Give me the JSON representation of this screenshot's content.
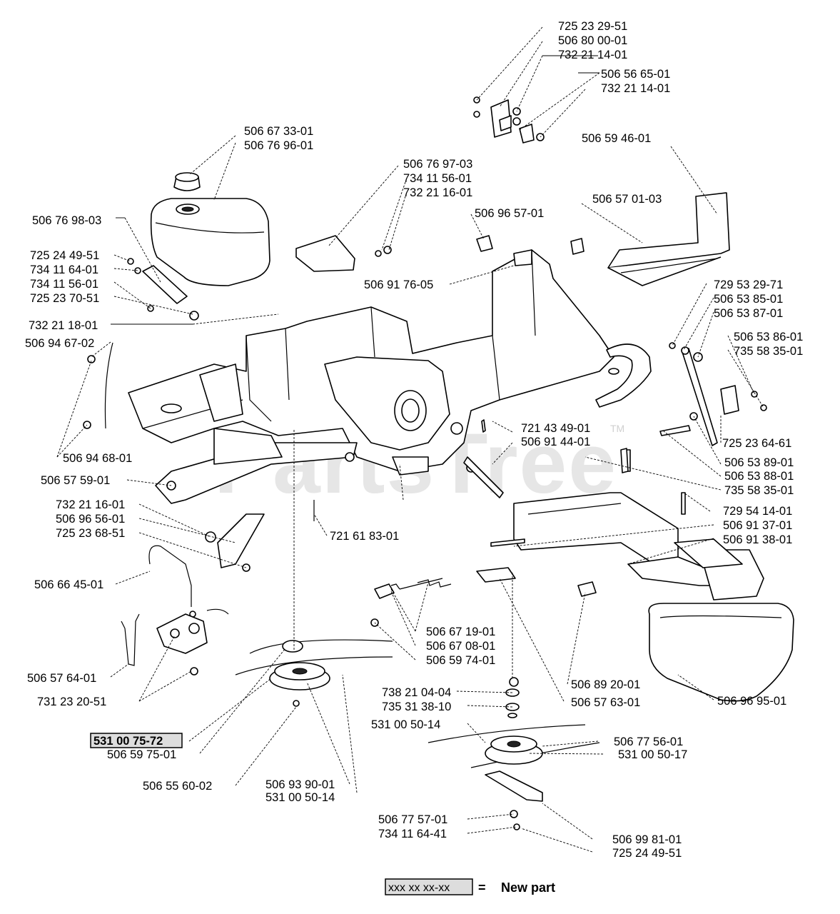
{
  "watermark": "PartsTree",
  "watermark_mark": "TM",
  "labels": [
    "725 23 29-51",
    "506 80 00-01",
    "732 21 14-01",
    "506 56 65-01",
    "732 21 14-01",
    "506 59 46-01",
    "506 67 33-01",
    "506 76 96-01",
    "506 76 97-03",
    "734 11 56-01",
    "732 21 16-01",
    "506 57 01-03",
    "506 96 57-01",
    "506 76 98-03",
    "725 24 49-51",
    "734 11 64-01",
    "734 11 56-01",
    "725 23 70-51",
    "506 91 76-05",
    "729 53 29-71",
    "506 53 85-01",
    "506 53 87-01",
    "732 21 18-01",
    "506 53 86-01",
    "506 94 67-02",
    "735 58 35-01",
    "721 43 49-01",
    "506 91 44-01",
    "725 23 64-61",
    "506 94 68-01",
    "506 53 89-01",
    "506 53 88-01",
    "506 57 59-01",
    "735 58 35-01",
    "732 21 16-01",
    "729 54 14-01",
    "506 96 56-01",
    "506 91 37-01",
    "725 23 68-51",
    "721 61 83-01",
    "506 91 38-01",
    "506 66 45-01",
    "506 67 19-01",
    "506 67 08-01",
    "506 59 74-01",
    "506 57 64-01",
    "506 89 20-01",
    "738 21 04-04",
    "506 57 63-01",
    "731 23 20-51",
    "735 31 38-10",
    "506 96 95-01",
    "531 00 50-14",
    "531 00 75-72",
    "506 77 56-01",
    "506 59 75-01",
    "531 00 50-17",
    "506 55 60-02",
    "506 93 90-01",
    "531 00 50-14",
    "506 77 57-01",
    "506 99 81-01",
    "734 11 64-41",
    "725 24 49-51"
  ],
  "legend": {
    "sample": "xxx xx xx-xx",
    "equals": "=",
    "text": "New part"
  }
}
